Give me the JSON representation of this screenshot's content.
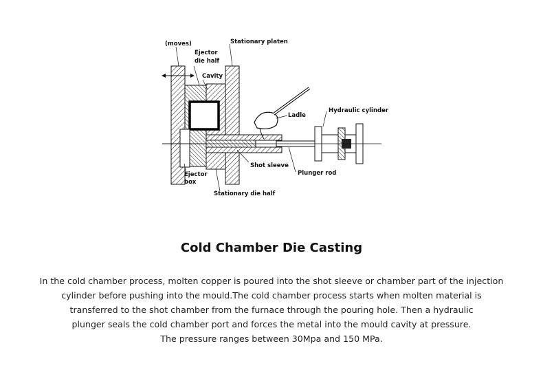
{
  "diagram": {
    "labels": {
      "moves": "(moves)",
      "stationary_platen": "Stationary platen",
      "ejector_die_half_1": "Ejector",
      "ejector_die_half_2": "die half",
      "cavity": "Cavity",
      "ladle": "Ladle",
      "hydraulic_cylinder": "Hydraulic cylinder",
      "shot_sleeve": "Shot sleeve",
      "plunger_rod": "Plunger rod",
      "ejector_box_1": "Ejector",
      "ejector_box_2": "box",
      "stationary_die_half": "Stationary die half"
    }
  },
  "content": {
    "title": "Cold Chamber Die Casting",
    "lines": [
      "In the cold chamber process, molten copper is poured into the shot sleeve or chamber part of the injection",
      "cylinder before pushing into the mould.The cold chamber process starts when molten material is",
      "transferred to the shot chamber from the furnace through the pouring hole. Then a hydraulic",
      "plunger seals the cold chamber port and forces the metal into the mould cavity at pressure.",
      "The pressure ranges between 30Mpa and 150 MPa."
    ]
  }
}
